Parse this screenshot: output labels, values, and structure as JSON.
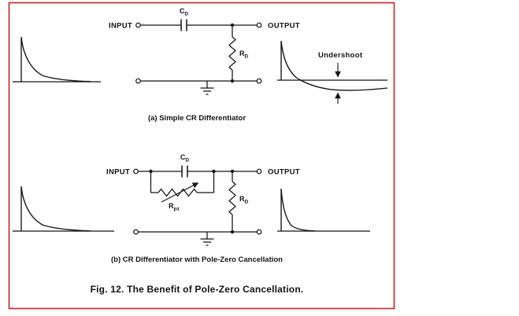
{
  "figure": {
    "border_color": "#cc2222",
    "caption": "Fig. 12.  The Benefit of Pole-Zero Cancellation."
  },
  "section_a": {
    "caption": "(a) Simple CR Differentiator",
    "input_label": "INPUT",
    "output_label": "OUTPUT",
    "capacitor": {
      "main": "C",
      "sub": "D"
    },
    "resistor": {
      "main": "R",
      "sub": "D"
    },
    "undershoot_label": "Undershoot"
  },
  "section_b": {
    "caption": "(b) CR Differentiator with Pole-Zero Cancellation",
    "input_label": "INPUT",
    "output_label": "OUTPUT",
    "capacitor": {
      "main": "C",
      "sub": "D"
    },
    "pole_zero_resistor": {
      "main": "R",
      "sub": "pz"
    },
    "resistor": {
      "main": "R",
      "sub": "D"
    }
  }
}
